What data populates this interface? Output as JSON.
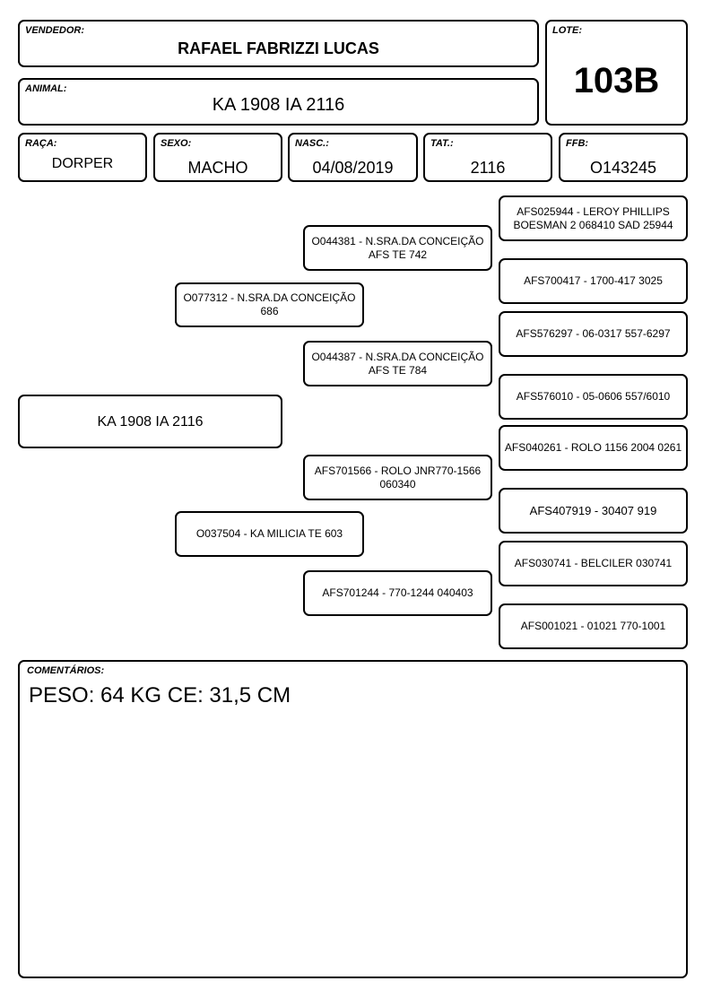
{
  "header": {
    "vendedor_label": "VENDEDOR:",
    "vendedor": "RAFAEL FABRIZZI LUCAS",
    "lote_label": "LOTE:",
    "lote": "103B",
    "animal_label": "ANIMAL:",
    "animal": "KA 1908 IA 2116"
  },
  "fields": {
    "raca_label": "RAÇA:",
    "raca": "DORPER",
    "sexo_label": "SEXO:",
    "sexo": "MACHO",
    "nasc_label": "NASC.:",
    "nasc": "04/08/2019",
    "tat_label": "TAT.:",
    "tat": "2116",
    "ffb_label": "FFB:",
    "ffb": "O143245"
  },
  "pedigree": {
    "animal": "KA 1908 IA 2116",
    "sire": "O077312 - N.SRA.DA CONCEIÇÃO 686",
    "dam": "O037504 - KA MILICIA TE 603",
    "sire_sire": "O044381 - N.SRA.DA CONCEIÇÃO AFS TE 742",
    "sire_dam": "O044387 - N.SRA.DA CONCEIÇÃO AFS TE 784",
    "dam_sire": "AFS701566 - ROLO JNR770-1566 060340",
    "dam_dam": "AFS701244 - 770-1244 040403",
    "ggp": [
      "AFS025944 - LEROY PHILLIPS BOESMAN 2 068410 SAD 25944",
      "AFS700417 - 1700-417 3025",
      "AFS576297 - 06-0317 557-6297",
      "AFS576010 - 05-0606 557/6010",
      "AFS040261 - ROLO 1156 2004 0261",
      "AFS407919 - 30407 919",
      "AFS030741 - BELCILER 030741",
      "AFS001021 - 01021 770-1001"
    ]
  },
  "comments": {
    "label": "COMENTÁRIOS:",
    "text": "PESO: 64 KG CE: 31,5 CM"
  }
}
